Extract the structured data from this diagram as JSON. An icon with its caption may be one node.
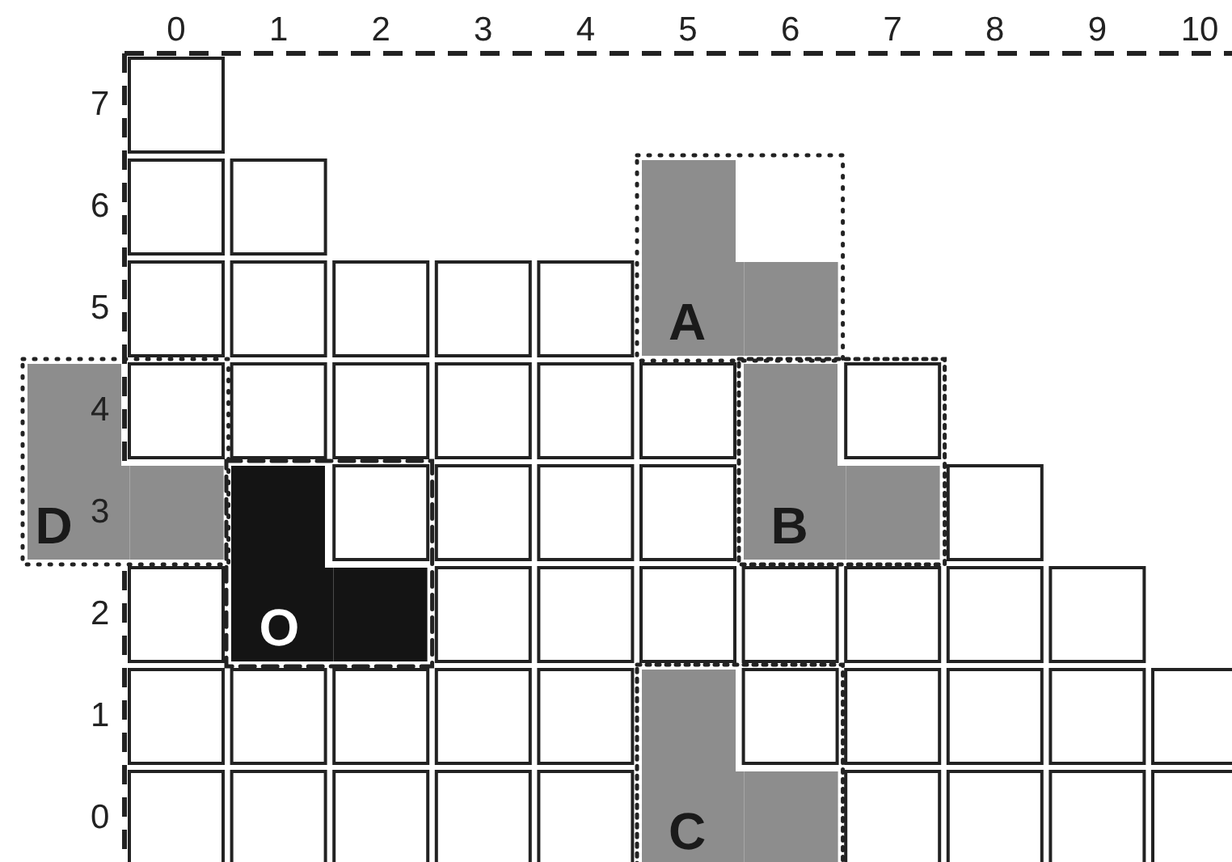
{
  "diagram": {
    "nodes": [
      {
        "text": [
          "A"
        ]
      },
      {
        "text": [
          "D"
        ]
      },
      {
        "text": [
          "B"
        ]
      },
      {
        "text": [
          "O"
        ]
      },
      {
        "text": [
          "C"
        ]
      }
    ],
    "labels": [
      "0",
      "1",
      "2",
      "3",
      "4",
      "5",
      "6",
      "7",
      "8",
      "9",
      "10",
      "7",
      "6",
      "5",
      "4",
      "3",
      "2",
      "1",
      "0"
    ]
  }
}
